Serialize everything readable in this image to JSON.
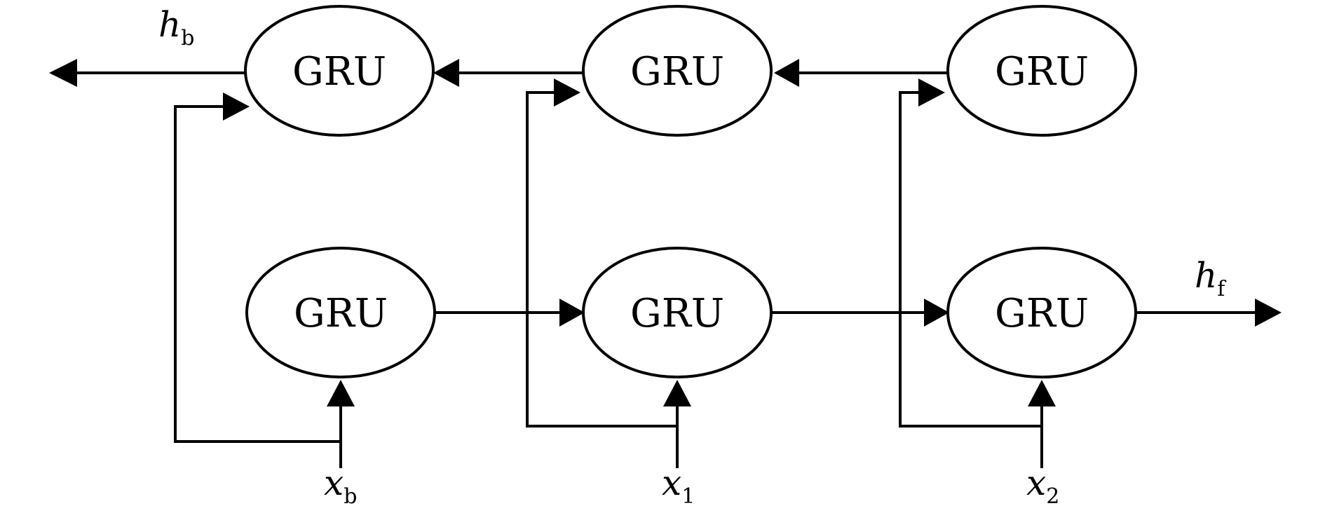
{
  "diagram": {
    "nodes": [
      {
        "id": "backward_1",
        "row": "top",
        "label": "GRU"
      },
      {
        "id": "backward_2",
        "row": "top",
        "label": "GRU"
      },
      {
        "id": "backward_3",
        "row": "top",
        "label": "GRU"
      },
      {
        "id": "forward_1",
        "row": "bottom",
        "label": "GRU"
      },
      {
        "id": "forward_2",
        "row": "bottom",
        "label": "GRU"
      },
      {
        "id": "forward_3",
        "row": "bottom",
        "label": "GRU"
      }
    ],
    "outputs": {
      "backward": {
        "symbol": "h",
        "subscript": "b"
      },
      "forward": {
        "symbol": "h",
        "subscript": "f"
      }
    },
    "inputs": [
      {
        "symbol": "x",
        "subscript": "b"
      },
      {
        "symbol": "x",
        "subscript": "1"
      },
      {
        "symbol": "x",
        "subscript": "2"
      }
    ]
  }
}
